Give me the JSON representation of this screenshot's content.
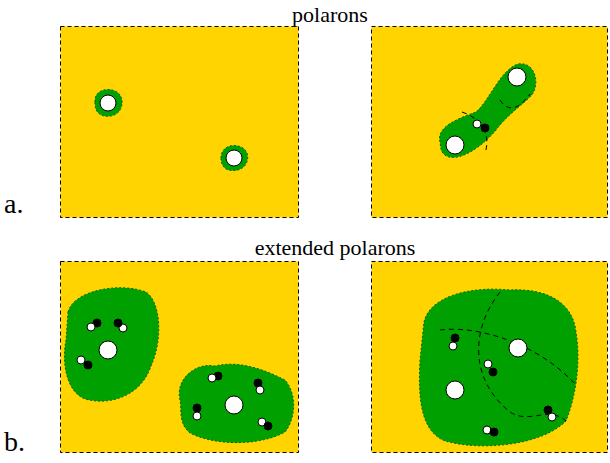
{
  "diagram": {
    "labels": [
      "polarons",
      "a.",
      "extended polarons",
      "b."
    ]
  }
}
